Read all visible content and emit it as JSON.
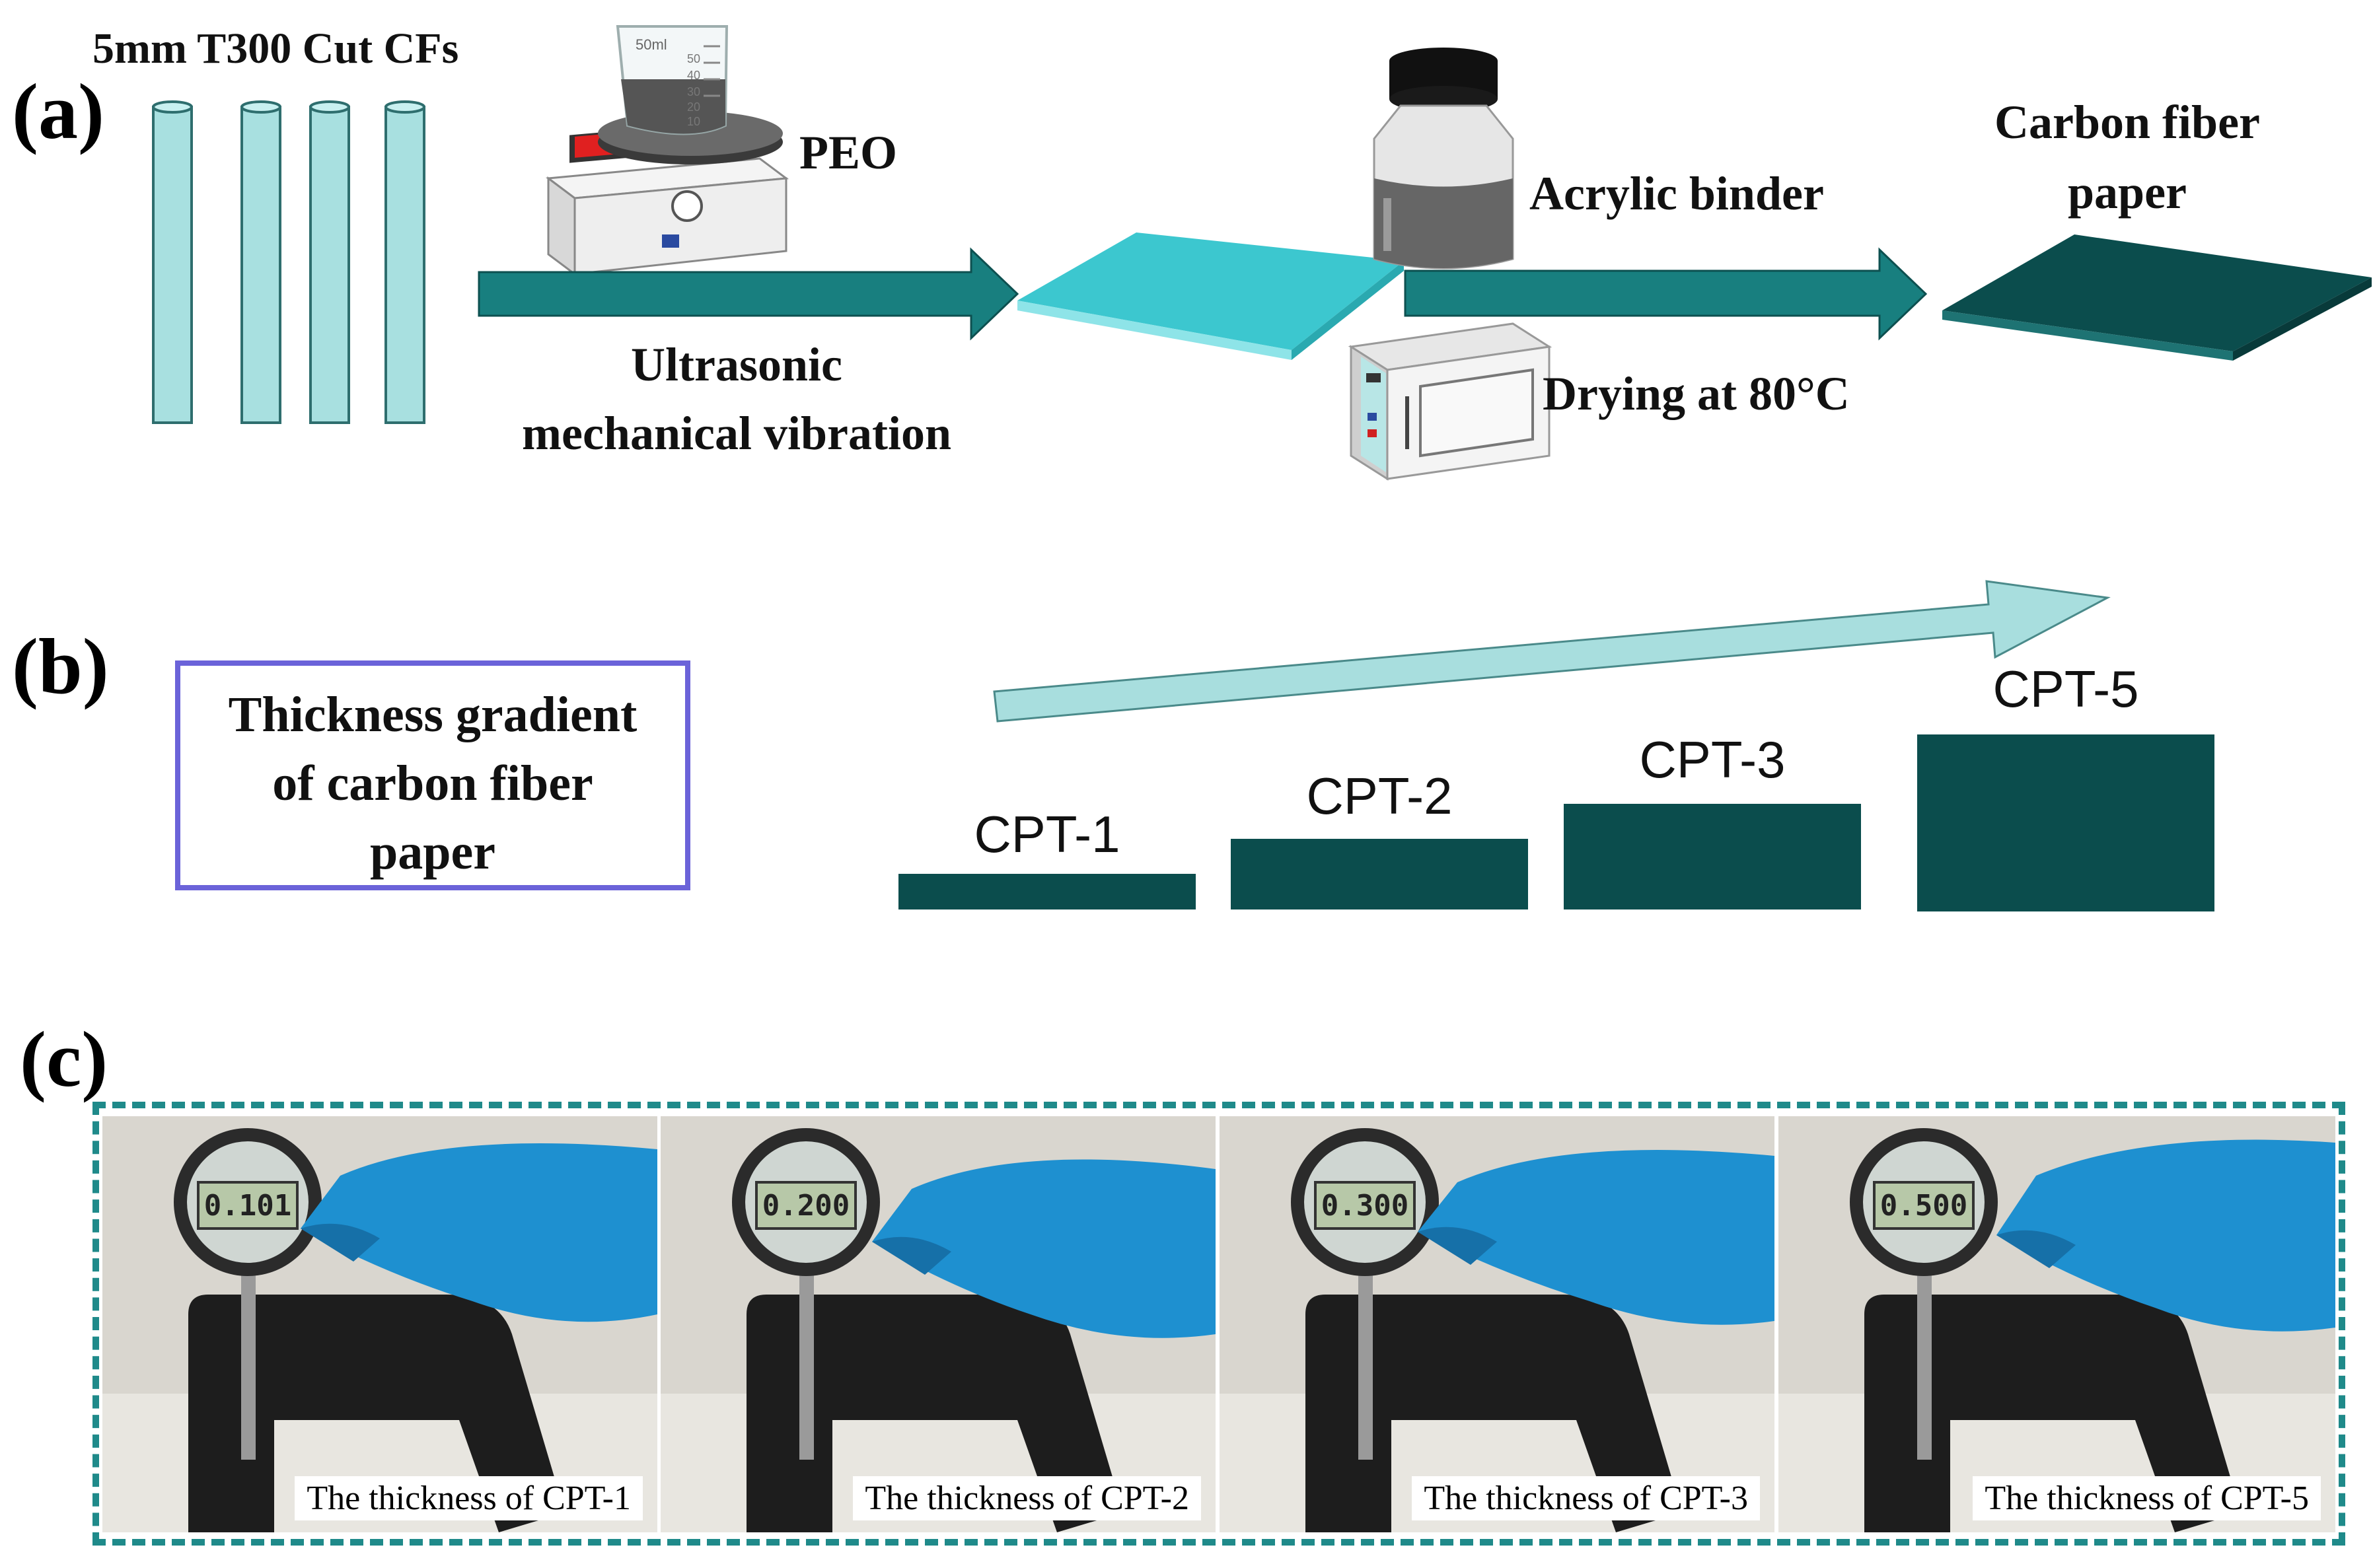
{
  "panels": {
    "a": "(a)",
    "b": "(b)",
    "c": "(c)"
  },
  "panel_a": {
    "fibers_label": "5mm T300 Cut CFs",
    "dispersant_label": "PEO",
    "process_label_line1": "Ultrasonic",
    "process_label_line2": "mechanical vibration",
    "beaker_mark": "50ml",
    "beaker_ticks": [
      "50",
      "40",
      "30",
      "20",
      "10"
    ],
    "binder_label": "Acrylic binder",
    "drying_label": "Drying at 80°C",
    "product_label_line1": "Carbon fiber",
    "product_label_line2": "paper"
  },
  "panel_b": {
    "box_line1": "Thickness gradient",
    "box_line2": "of carbon fiber",
    "box_line3": "paper",
    "samples": [
      "CPT-1",
      "CPT-2",
      "CPT-3",
      "CPT-5"
    ]
  },
  "panel_c": {
    "photos": [
      {
        "caption": "The thickness of CPT-1",
        "reading": "0.101"
      },
      {
        "caption": "The thickness of CPT-2",
        "reading": "0.200"
      },
      {
        "caption": "The thickness of CPT-3",
        "reading": "0.300"
      },
      {
        "caption": "The thickness of CPT-5",
        "reading": "0.500"
      }
    ]
  },
  "colors": {
    "fiber": "#a8e0e0",
    "arrow": "#187f7f",
    "wet_sheet": "#3cc7cf",
    "paper": "#0b4d4d",
    "gradient_arrow": "#a8dede",
    "box_border": "#6b63d9",
    "dashed_border": "#1f8a8a",
    "glove": "#1e90d0"
  }
}
